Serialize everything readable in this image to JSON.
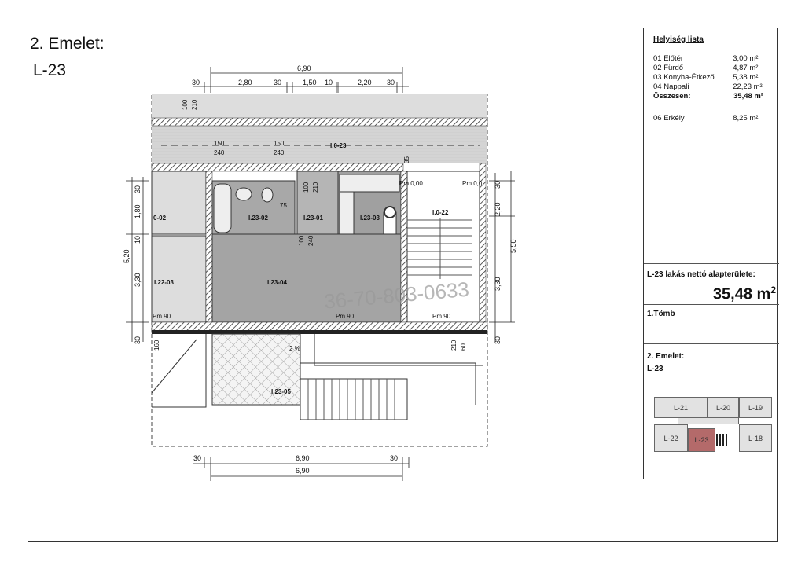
{
  "header": {
    "title": "2. Emelet:",
    "unit": "L-23"
  },
  "room_list": {
    "heading": "Helyiség lista",
    "rooms": [
      {
        "num": "01",
        "name": "Előtér",
        "area": "3,00 m²"
      },
      {
        "num": "02",
        "name": "Fürdő",
        "area": "4,87 m²"
      },
      {
        "num": "03",
        "name": "Konyha-Étkező",
        "area": "5,38 m²"
      },
      {
        "num": "04",
        "name": "Nappali",
        "area": "22,23 m²"
      }
    ],
    "total_label": "Összesen:",
    "total_area": "35,48 m²",
    "extra": {
      "num": "06",
      "name": "Erkély",
      "area": "8,25 m²"
    }
  },
  "net_area": {
    "label": "L-23 lakás nettó alapterülete:",
    "value": "35,48 m",
    "sup": "2"
  },
  "block": {
    "label": "1.Tömb"
  },
  "location": {
    "floor": "2. Emelet:",
    "unit": "L-23"
  },
  "mini_map": {
    "units": [
      "L-21",
      "L-20",
      "L-19",
      "L-22",
      "L-23",
      "L-18"
    ],
    "highlight_color": "#b46a6a"
  },
  "plan": {
    "rooms": {
      "corridor": "I.0-23",
      "bath": "I.23-02",
      "entry": "I.23-01",
      "kitchen": "I.23-03",
      "stair": "I.0-22",
      "neighbor_bath": "0-02",
      "neighbor_room": "I.22-03",
      "living": "I.23-04",
      "balcony": "I.23-05"
    },
    "levels": {
      "pm90": "Pm 90",
      "pm0": "Pm 0,00",
      "pm0b": "Pm 0,0"
    },
    "dims_top": [
      "6,90",
      "30",
      "2,80",
      "30",
      "1,50",
      "10",
      "2,20",
      "30"
    ],
    "dims_left": [
      "30",
      "1,80",
      "10",
      "3,30",
      "30",
      "5,20"
    ],
    "dims_right": [
      "30",
      "2,20",
      "5,50",
      "3,30",
      "30"
    ],
    "dims_bottom": [
      "30",
      "6,90",
      "30",
      "6,90"
    ],
    "door_marks": [
      "150",
      "240",
      "100",
      "210",
      "35",
      "75",
      "2 %",
      "160",
      "60"
    ],
    "watermark": "36-70-803-0633"
  }
}
